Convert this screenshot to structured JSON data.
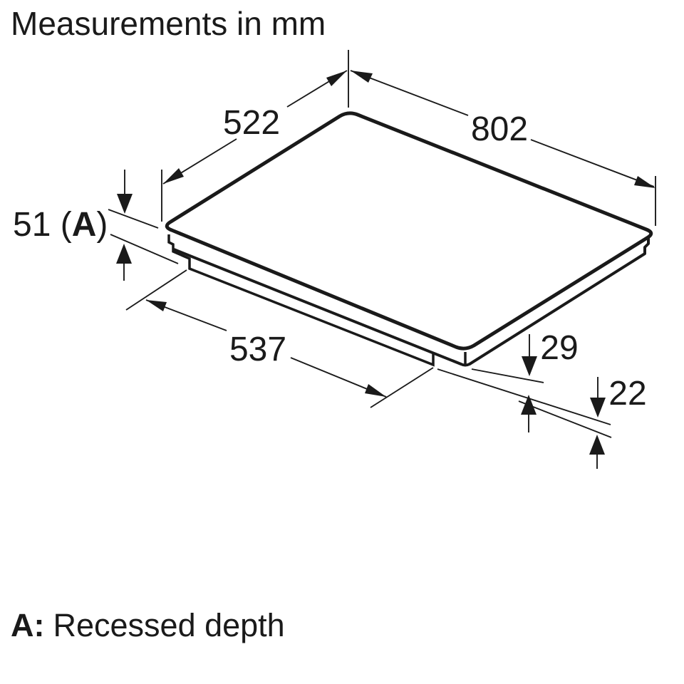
{
  "title": "Measurements in mm",
  "dimensions": {
    "width_top": "522",
    "length_top": "802",
    "recessed": {
      "prefix": "51 (",
      "key": "A",
      "suffix": ")"
    },
    "body_length": "537",
    "upper_depth": "29",
    "lower_depth": "22"
  },
  "legend": {
    "key": "A:",
    "label": "Recessed depth"
  },
  "colors": {
    "line": "#1a1a1a",
    "background": "#ffffff"
  }
}
